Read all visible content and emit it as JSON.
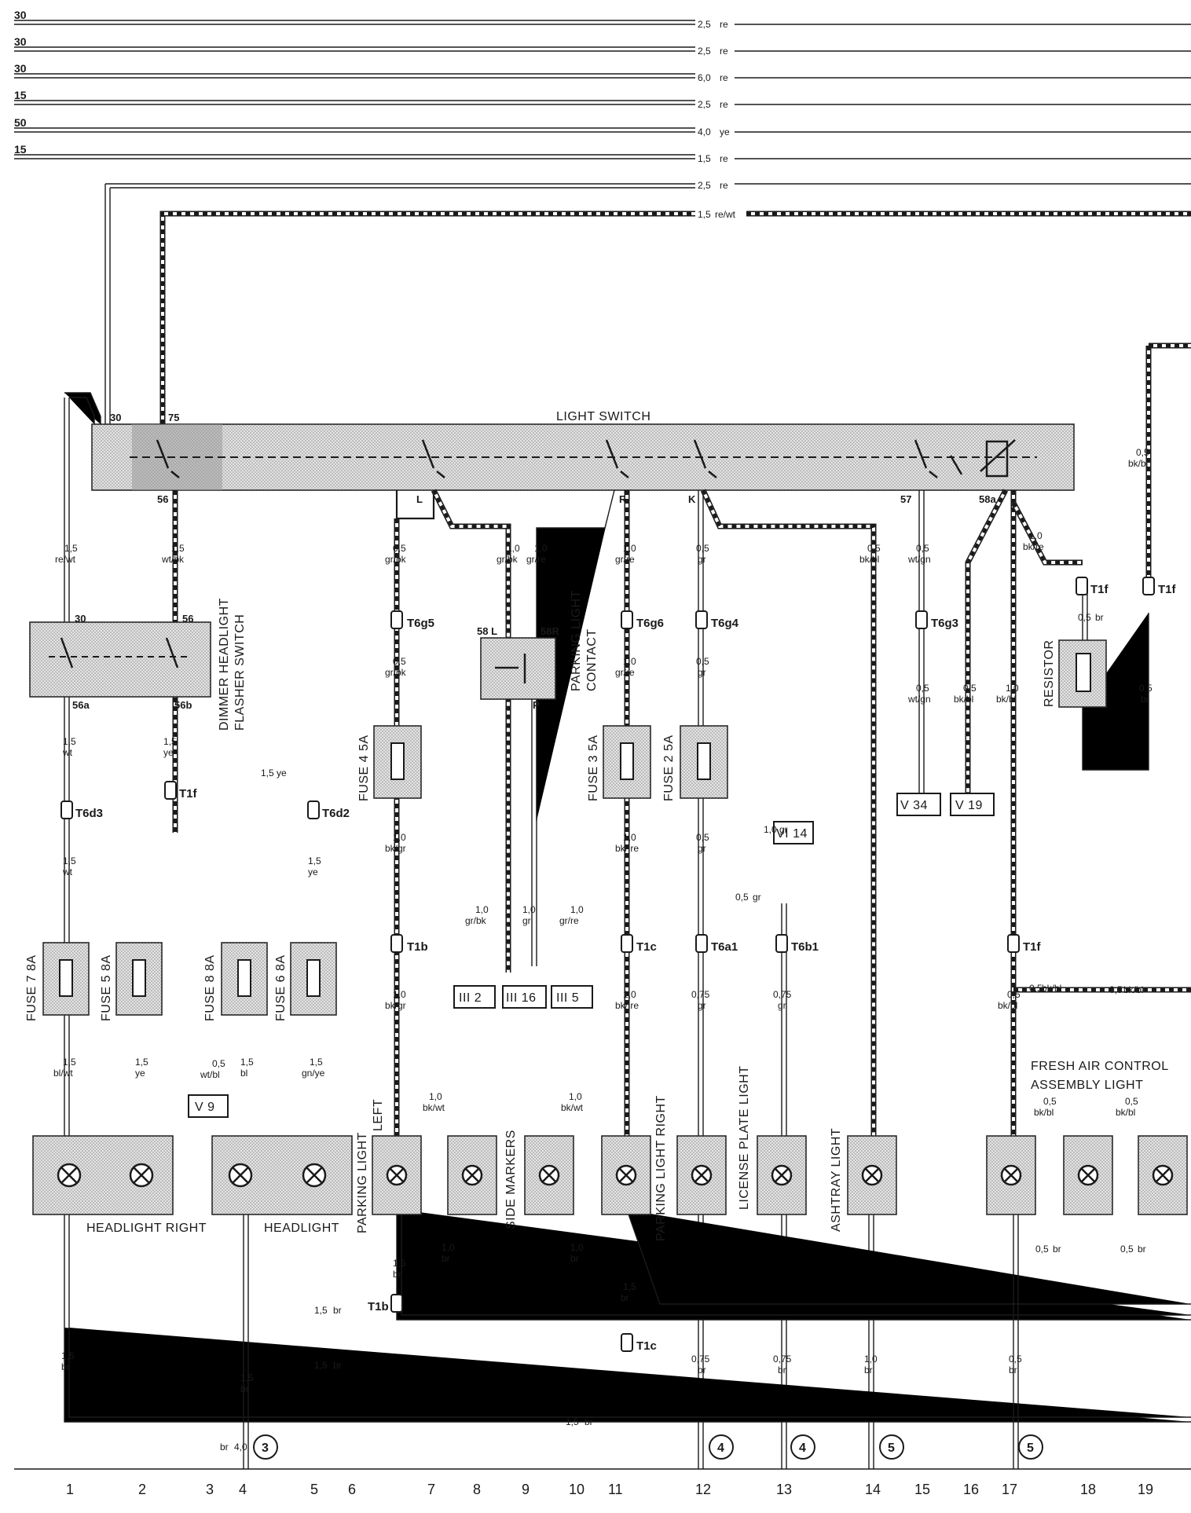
{
  "bus_lines": [
    {
      "terminal": "30",
      "size": "2,5",
      "color": "re"
    },
    {
      "terminal": "30",
      "size": "2,5",
      "color": "re"
    },
    {
      "terminal": "30",
      "size": "6,0",
      "color": "re"
    },
    {
      "terminal": "15",
      "size": "2,5",
      "color": "re"
    },
    {
      "terminal": "50",
      "size": "4,0",
      "color": "ye"
    },
    {
      "terminal": "15",
      "size": "1,5",
      "color": "re"
    },
    {
      "terminal": "",
      "size": "2,5",
      "color": "re"
    },
    {
      "terminal": "",
      "size": "1,5",
      "color": "re/wt"
    }
  ],
  "light_switch": {
    "title": "LIGHT SWITCH",
    "terminals": [
      "30",
      "75",
      "56",
      "L",
      "R",
      "K",
      "57",
      "58a"
    ]
  },
  "components": {
    "dimmer": {
      "line1": "DIMMER HEADLIGHT",
      "line2": "FLASHER SWITCH",
      "t30": "30",
      "t56": "56",
      "t56a": "56a",
      "t56b": "56b"
    },
    "parking_contact": {
      "line1": "PARKING LIGHT",
      "line2": "CONTACT",
      "t58l": "58 L",
      "t58r": "58R",
      "tp": "P"
    },
    "resistor": "RESISTOR",
    "fuses": [
      "FUSE 7 8A",
      "FUSE 5 8A",
      "FUSE 8 8A",
      "FUSE 6 8A",
      "FUSE 4 5A",
      "FUSE 3 5A",
      "FUSE 2 5A"
    ],
    "lights": {
      "headlight_right": "HEADLIGHT RIGHT",
      "headlight": "HEADLIGHT",
      "parking_left_1": "PARKING LIGHT",
      "parking_left_2": "LEFT",
      "side_markers": "SIDE MARKERS",
      "parking_right": "PARKING LIGHT RIGHT",
      "license_plate": "LICENSE PLATE LIGHT",
      "ashtray": "ASHTRAY LIGHT",
      "fresh_air_1": "FRESH AIR CONTROL",
      "fresh_air_2": "ASSEMBLY LIGHT"
    }
  },
  "connectors": {
    "T1f": "T1f",
    "T1b": "T1b",
    "T1c": "T1c",
    "T6d3": "T6d3",
    "T6d2": "T6d2",
    "T6g5": "T6g5",
    "T6g6": "T6g6",
    "T6g4": "T6g4",
    "T6g3": "T6g3",
    "T6a1": "T6a1",
    "T6b1": "T6b1"
  },
  "references": {
    "V9": "V 9",
    "V34": "V 34",
    "V19": "V 19",
    "VI14": "VI 14",
    "III2": "III 2",
    "III16": "III 16",
    "III5": "III 5"
  },
  "ground_points": [
    "3",
    "4",
    "4",
    "5",
    "5"
  ],
  "wire_labels": [
    [
      "1,5",
      "re/wt"
    ],
    [
      "1,5",
      "wt/bk"
    ],
    [
      "1,5",
      "wt"
    ],
    [
      "1,5",
      "ye"
    ],
    [
      "1,5",
      "ye"
    ],
    [
      "1,5",
      "wt"
    ],
    [
      "1,5",
      "ye"
    ],
    [
      "1,5",
      "bl/wt"
    ],
    [
      "1,5",
      "ye"
    ],
    [
      "0,5",
      "wt/bl"
    ],
    [
      "1,5",
      "bl"
    ],
    [
      "1,5",
      "gn/ye"
    ],
    [
      "0,5",
      "gr/bk"
    ],
    [
      "1,0",
      "gr/bk"
    ],
    [
      "1,0",
      "gr/re"
    ],
    [
      "1,0",
      "gr/re"
    ],
    [
      "0,5",
      "gr"
    ],
    [
      "0,5",
      "bk/bl"
    ],
    [
      "0,5",
      "wt/gn"
    ],
    [
      "1,0",
      "bk/re"
    ],
    [
      "0,5",
      "bk/bl"
    ],
    [
      "0,5",
      "gr/bk"
    ],
    [
      "1,0",
      "gr/re"
    ],
    [
      "0,5",
      "gr"
    ],
    [
      "0,5",
      "wt/gn"
    ],
    [
      "0,5",
      "bk/bl"
    ],
    [
      "1,0",
      "bk/bl"
    ],
    [
      "0,5",
      "br"
    ],
    [
      "0,5",
      "br"
    ],
    [
      "1,0",
      "bk/gr"
    ],
    [
      "1,0",
      "bk/ re"
    ],
    [
      "0,5",
      "gr"
    ],
    [
      "1,0",
      "gr/bk"
    ],
    [
      "1,0",
      "gr"
    ],
    [
      "1,0",
      "gr/re"
    ],
    [
      "0,5",
      "gr"
    ],
    [
      "1,0",
      "bk/gr"
    ],
    [
      "1,0",
      "bk/ re"
    ],
    [
      "0,75",
      "gr"
    ],
    [
      "0,75",
      "gr"
    ],
    [
      "1,0",
      "gr"
    ],
    [
      "0,5",
      "bk/bl"
    ],
    [
      "0,5",
      "bk/bl"
    ],
    [
      "1,0",
      "bk/wt"
    ],
    [
      "1,0",
      "bk/wt"
    ],
    [
      "0,5",
      "bk/bl"
    ],
    [
      "0,5",
      "bk/bl"
    ],
    [
      "1,0",
      "br"
    ],
    [
      "1,0",
      "br"
    ],
    [
      "0,5",
      "br"
    ],
    [
      "0,5",
      "br"
    ],
    [
      "1,5",
      "br"
    ],
    [
      "1,5",
      "br"
    ],
    [
      "1,5",
      "br"
    ],
    [
      "1,5",
      "br"
    ],
    [
      "1,5",
      "br"
    ],
    [
      "1,5",
      "br"
    ],
    [
      "0,75",
      "br"
    ],
    [
      "0,75",
      "br"
    ],
    [
      "1,0",
      "br"
    ],
    [
      "0,5",
      "br"
    ],
    [
      "1,5",
      "br"
    ],
    [
      "br",
      "4,0"
    ],
    [
      "0,5",
      "bk/bl"
    ],
    [
      "1,5",
      "ye"
    ]
  ],
  "column_numbers": [
    "1",
    "2",
    "3",
    "4",
    "5",
    "6",
    "7",
    "8",
    "9",
    "10",
    "11",
    "12",
    "13",
    "14",
    "15",
    "16",
    "17",
    "18",
    "19"
  ]
}
